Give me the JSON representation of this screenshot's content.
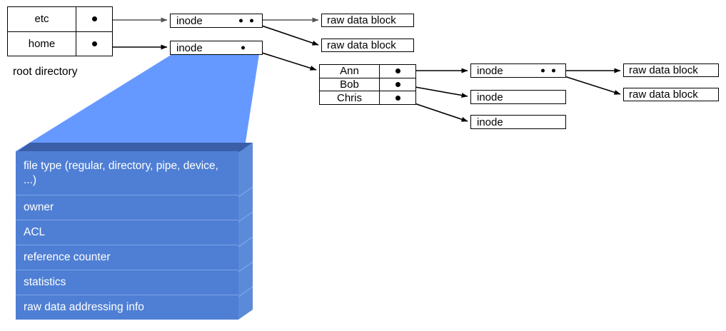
{
  "diagram": {
    "title": "unix-inode-filesystem-diagram",
    "colors": {
      "wedge": "#6699FF",
      "box_front": "#4F7FD4",
      "box_top_dark": "#3A5FA8",
      "box_side": "#5B8AD9",
      "separator": "#7BA3E8",
      "line": "#000000",
      "text_on_blue": "#FFFFFF"
    },
    "root_directory": {
      "caption": "root directory",
      "entries": [
        {
          "name": "etc",
          "pointer": "dot"
        },
        {
          "name": "home",
          "pointer": "dot"
        }
      ]
    },
    "home_directory": {
      "entries": [
        {
          "name": "Ann",
          "pointer": "dot"
        },
        {
          "name": "Bob",
          "pointer": "dot"
        },
        {
          "name": "Chris",
          "pointer": "dot"
        }
      ]
    },
    "inodes": [
      {
        "id": "inode-etc",
        "label": "inode",
        "pointers": 2
      },
      {
        "id": "inode-home",
        "label": "inode",
        "pointers": 1
      },
      {
        "id": "inode-ann",
        "label": "inode",
        "pointers": 2
      },
      {
        "id": "inode-bob",
        "label": "inode",
        "pointers": 0
      },
      {
        "id": "inode-chris",
        "label": "inode",
        "pointers": 0
      }
    ],
    "raw_blocks": [
      {
        "id": "raw-1",
        "label": "raw data block"
      },
      {
        "id": "raw-2",
        "label": "raw data block"
      },
      {
        "id": "raw-3",
        "label": "raw data block"
      },
      {
        "id": "raw-4",
        "label": "raw data block"
      }
    ],
    "inode_detail": {
      "fields": [
        "file type (regular, directory, pipe, device, ...)",
        "owner",
        "ACL",
        "reference counter",
        "statistics",
        "raw data addressing info"
      ]
    }
  }
}
